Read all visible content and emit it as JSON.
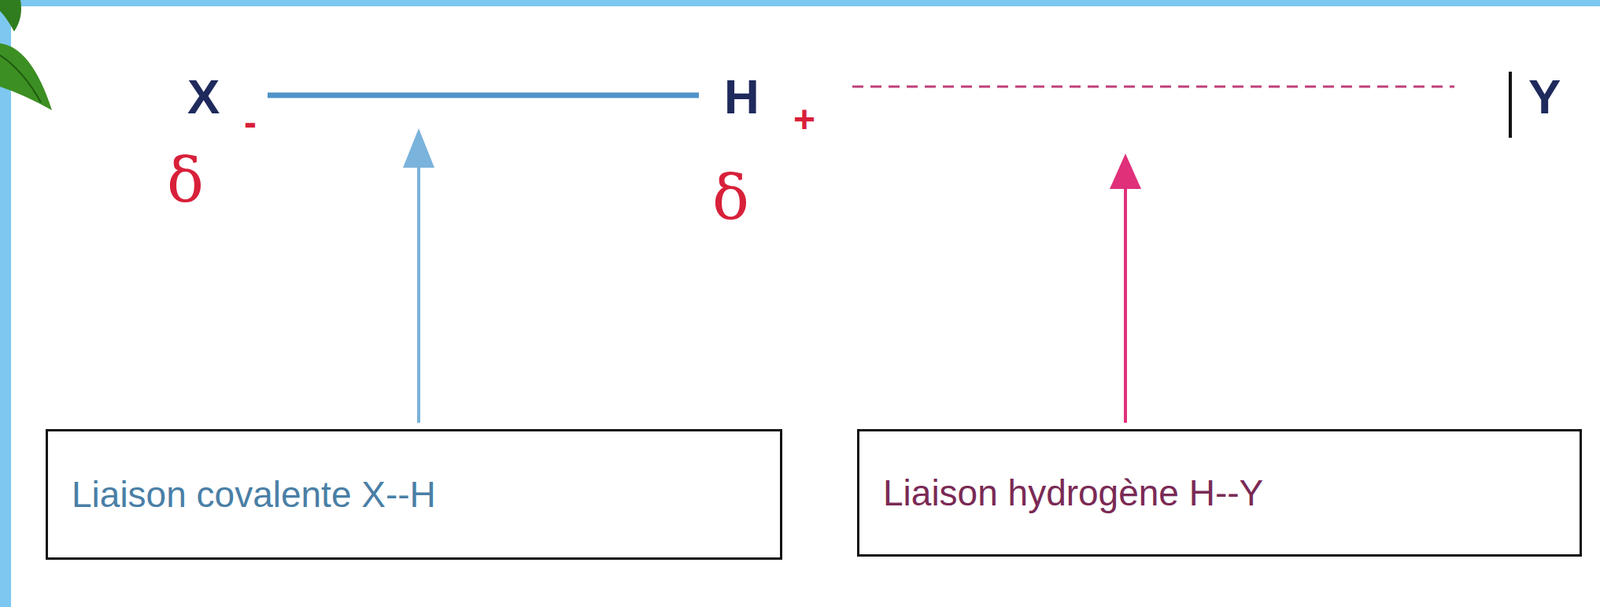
{
  "diagram": {
    "nodes": [
      {
        "text": [
          "Liaison covalente X--H"
        ]
      },
      {
        "text": [
          "Liaison hydrogène H--Y"
        ]
      }
    ],
    "labels": [
      "X",
      "δ",
      "-",
      "H",
      "δ",
      "+",
      "Y"
    ]
  }
}
